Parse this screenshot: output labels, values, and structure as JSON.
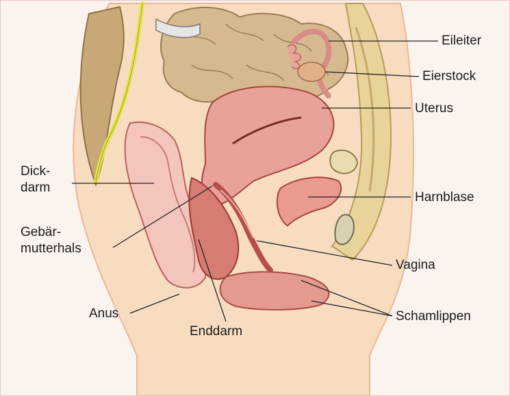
{
  "figure": {
    "labels": {
      "eileiter": "Eileiter",
      "eierstock": "Eierstock",
      "uterus": "Uterus",
      "dickdarm_1": "Dick-",
      "dickdarm_2": "darm",
      "harnblase": "Harnblase",
      "gebaermutterhals_1": "Gebär-",
      "gebaermutterhals_2": "mutterhals",
      "vagina": "Vagina",
      "anus": "Anus",
      "schamlippen": "Schamlippen",
      "enddarm": "Enddarm"
    },
    "colors": {
      "background": "#fbf3ee",
      "skin": "#f7dcc0",
      "skin_edge": "#e8b99a",
      "tissue_pink": "#e9a29a",
      "tissue_dark": "#b54f48",
      "tissue_light": "#f4c5bd",
      "intestine": "#d7b98f",
      "intestine_edge": "#9c7c54",
      "spine": "#e8d39a",
      "nerve": "#e6e245",
      "leader_line": "#222222"
    }
  }
}
